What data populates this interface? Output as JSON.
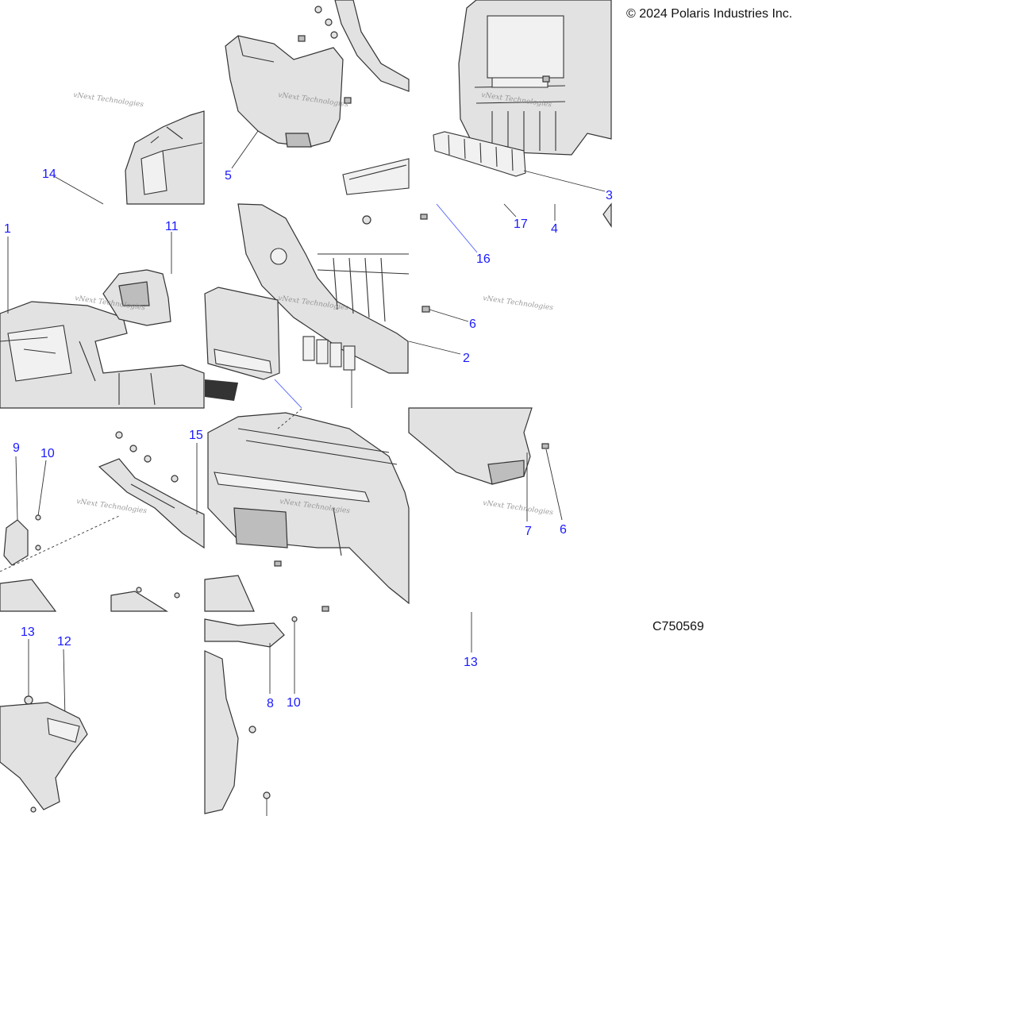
{
  "copyright": "© 2024 Polaris Industries Inc.",
  "diagram_code": "C750569",
  "watermark": "vNext Technologies",
  "callouts": [
    "14",
    "5",
    "3",
    "17",
    "4",
    "16",
    "1",
    "11",
    "6",
    "2",
    "9",
    "10",
    "15",
    "7",
    "6",
    "13",
    "12",
    "8",
    "10",
    "13"
  ],
  "colors": {
    "callout": "#1a1aff",
    "leader": "#333333",
    "part_fill": "#e2e2e2"
  }
}
